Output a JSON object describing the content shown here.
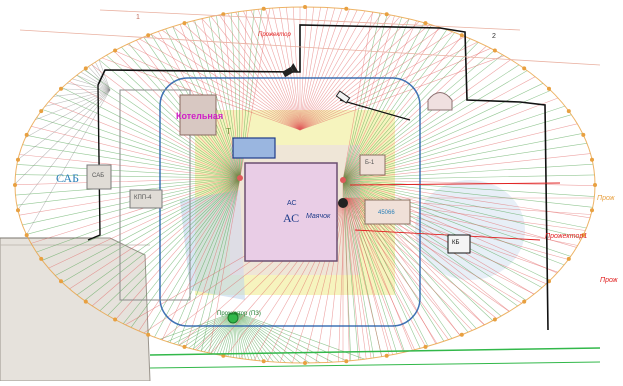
{
  "colors": {
    "background": "#ffffff",
    "ellipse_edge": "#e8a040",
    "rays_green": "#3c9a3c",
    "rays_red": "#e05a5a",
    "rays_grey": "#8a8a8a",
    "building_fill": "#e9cde6",
    "building_stroke": "#6b4f70",
    "yellow_zone": "#f3f0a8",
    "blue_zone": "#bfd6ec",
    "boundary_black": "#111111",
    "boundary_grey": "#8a8a8a",
    "road_fill": "#e6e2dc",
    "green_line": "#32b84a",
    "label_cyan": "#2a7fb8",
    "label_magenta": "#d020c8",
    "label_red": "#e02020",
    "label_blue": "#1f3c8a"
  },
  "labels": {
    "sab": "САБ",
    "kotelnaya": "Котельная",
    "ac_big": "АС",
    "ac_small": "АС",
    "mayachok": "Маячок",
    "kpp": "КПП-4",
    "sab_small": "САБ",
    "blok": "Б-1",
    "kb": "КБ",
    "tank": "45066",
    "prozhektor": "Прожектор",
    "prozhektor2": "Прожектор1",
    "prozhektor3": "Прож",
    "right_edge": "Прож",
    "green_bottom": "Прожектор (ПЗ)",
    "num1": "1",
    "num2": "2",
    "top_label": "Прожектор",
    "small_sign": "Т"
  },
  "icons": {
    "camera": "camera-icon",
    "sensor": "sensor-icon",
    "lamp": "lamp-icon"
  }
}
